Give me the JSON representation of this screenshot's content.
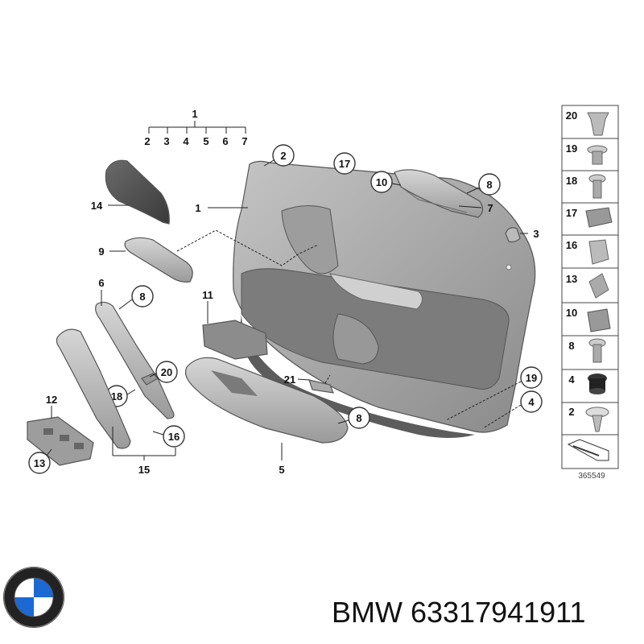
{
  "callouts": {
    "c1_top": "1",
    "sub": [
      "2",
      "3",
      "4",
      "5",
      "6",
      "7"
    ],
    "c14": "14",
    "c1_door": "1",
    "c2": "2",
    "c17": "17",
    "c10": "10",
    "c8_top": "8",
    "c7": "7",
    "c3": "3",
    "c9": "9",
    "c6": "6",
    "c8_mid": "8",
    "c11": "11",
    "c20": "20",
    "c18": "18",
    "c12": "12",
    "c13": "13",
    "c16": "16",
    "c15": "15",
    "c21": "21",
    "c19": "19",
    "c4": "4",
    "c8_arm": "8",
    "c5": "5"
  },
  "legend": {
    "items": [
      "20",
      "19",
      "18",
      "17",
      "16",
      "13",
      "10",
      "8",
      "4",
      "2"
    ],
    "ref_number": "365549"
  },
  "footer": {
    "brand": "BMW",
    "part_number": "63317941911"
  }
}
